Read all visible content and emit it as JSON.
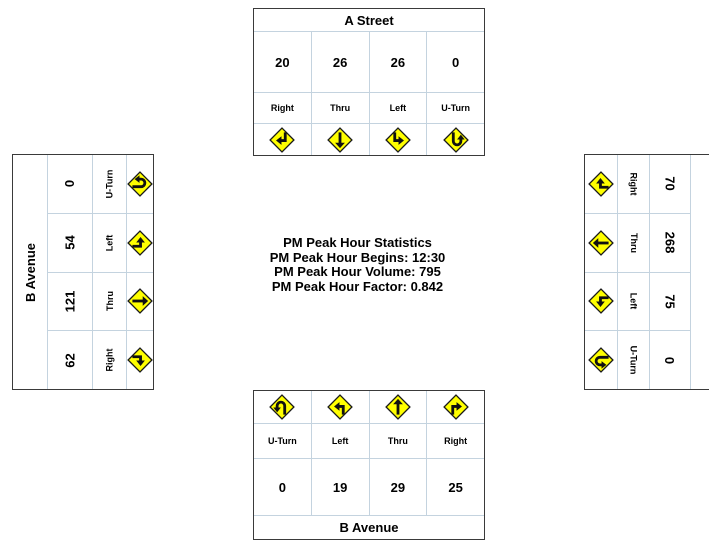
{
  "north": {
    "street": "A Street",
    "movements": [
      {
        "label": "Right",
        "volume": "20",
        "icon": "right-turn-arrow-sign-icon"
      },
      {
        "label": "Thru",
        "volume": "26",
        "icon": "thru-arrow-sign-icon"
      },
      {
        "label": "Left",
        "volume": "26",
        "icon": "left-turn-arrow-sign-icon"
      },
      {
        "label": "U-Turn",
        "volume": "0",
        "icon": "u-turn-arrow-sign-icon"
      }
    ]
  },
  "west": {
    "street": "B Avenue",
    "movements": [
      {
        "label": "U-Turn",
        "volume": "0",
        "icon": "u-turn-arrow-sign-icon"
      },
      {
        "label": "Left",
        "volume": "54",
        "icon": "left-turn-arrow-sign-icon"
      },
      {
        "label": "Thru",
        "volume": "121",
        "icon": "thru-arrow-sign-icon"
      },
      {
        "label": "Right",
        "volume": "62",
        "icon": "right-turn-arrow-sign-icon"
      }
    ]
  },
  "east": {
    "street": "",
    "movements": [
      {
        "label": "Right",
        "volume": "70",
        "icon": "right-turn-arrow-sign-icon"
      },
      {
        "label": "Thru",
        "volume": "268",
        "icon": "thru-arrow-sign-icon"
      },
      {
        "label": "Left",
        "volume": "75",
        "icon": "left-turn-arrow-sign-icon"
      },
      {
        "label": "U-Turn",
        "volume": "0",
        "icon": "u-turn-arrow-sign-icon"
      }
    ]
  },
  "south": {
    "street": "B Avenue",
    "movements": [
      {
        "label": "U-Turn",
        "volume": "0",
        "icon": "u-turn-arrow-sign-icon"
      },
      {
        "label": "Left",
        "volume": "19",
        "icon": "left-turn-arrow-sign-icon"
      },
      {
        "label": "Thru",
        "volume": "29",
        "icon": "thru-arrow-sign-icon"
      },
      {
        "label": "Right",
        "volume": "25",
        "icon": "right-turn-arrow-sign-icon"
      }
    ]
  },
  "stats": {
    "title": "PM Peak Hour Statistics",
    "begins": "PM Peak Hour Begins: 12:30",
    "volume": "PM Peak Hour Volume: 795",
    "factor": "PM Peak Hour Factor: 0.842"
  },
  "colors": {
    "sign_fill": "#ffff00",
    "sign_stroke": "#1a1a1a",
    "grid": "#c4d3df",
    "border": "#3a3a3a"
  }
}
